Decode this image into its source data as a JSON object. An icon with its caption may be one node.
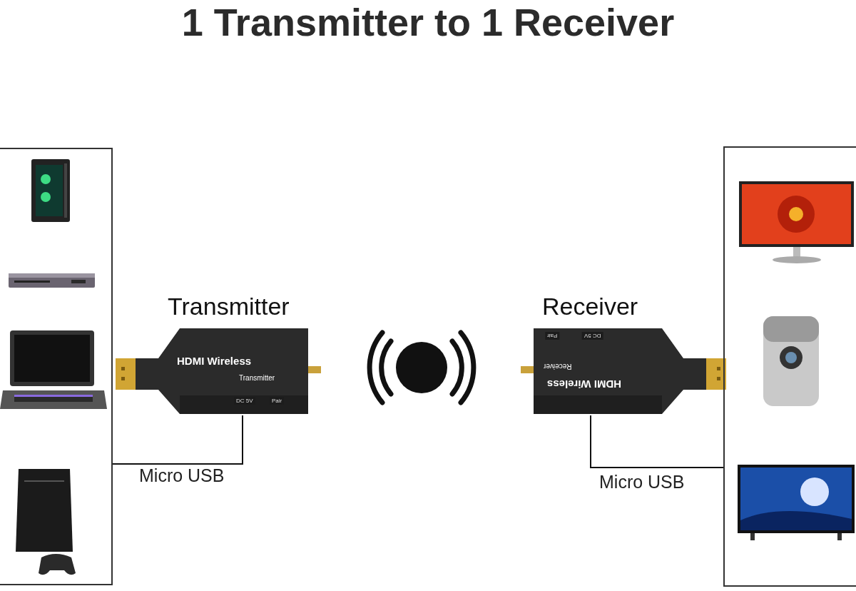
{
  "diagram": {
    "title": "1 Transmitter to 1 Receiver",
    "nodes": [
      {
        "text": [],
        "shape": "box"
      },
      {
        "text": [],
        "shape": "picture",
        "in": 0
      },
      {
        "text": [],
        "shape": "picture",
        "in": 0
      },
      {
        "text": [],
        "shape": "picture",
        "in": 0
      },
      {
        "text": [],
        "shape": "picture",
        "in": 0
      },
      {
        "text": [
          "Transmitter",
          "HDMI Wireless",
          "Transmitter",
          "DC 5V",
          "Pair"
        ]
      },
      {
        "text": [
          "Receiver",
          "HDMI Wireless",
          "Receiver",
          "DC 5V",
          "Pair"
        ]
      },
      {
        "text": [],
        "shape": "box"
      },
      {
        "text": [],
        "shape": "picture",
        "in": 7
      },
      {
        "text": [],
        "shape": "picture",
        "in": 7
      },
      {
        "text": [],
        "shape": "picture",
        "in": 7
      }
    ],
    "edges": [
      {
        "from": 5,
        "to": 0,
        "arrow": "none",
        "label": "Micro USB"
      },
      {
        "from": 6,
        "to": 7,
        "arrow": "none",
        "label": "Micro USB"
      }
    ]
  }
}
